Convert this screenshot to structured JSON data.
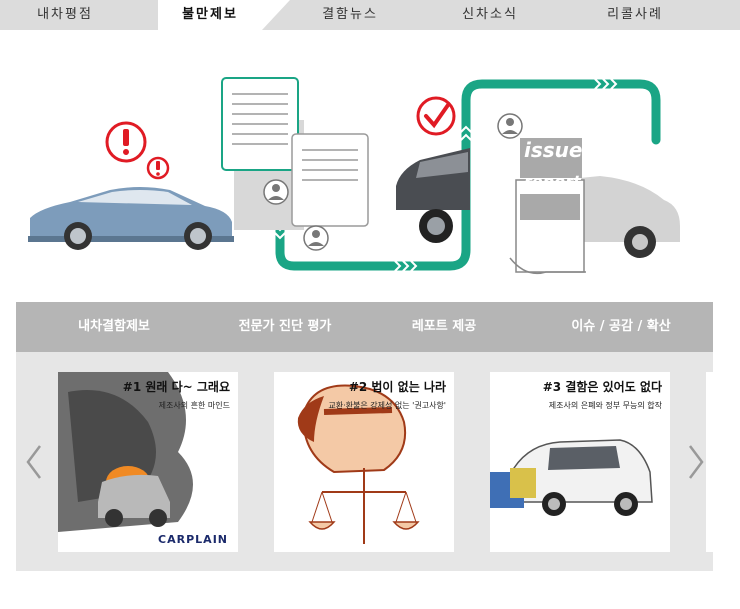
{
  "tabs": [
    {
      "label": "내차평점"
    },
    {
      "label": "불만제보",
      "active": true
    },
    {
      "label": "결함뉴스"
    },
    {
      "label": "신차소식"
    },
    {
      "label": "리콜사례"
    }
  ],
  "hero": {
    "issue_label": "issue",
    "report_label": "report",
    "colors": {
      "accent_green": "#1aa585",
      "alert_red": "#e01b24",
      "car_blue": "#7d9cbb"
    }
  },
  "steps": [
    {
      "label": "내차결함제보"
    },
    {
      "label": "전문가 진단 평가"
    },
    {
      "label": "레포트 제공"
    },
    {
      "label": "이슈 / 공감 / 확산"
    }
  ],
  "cards": [
    {
      "title": "#1 원래 다~ 그래요",
      "subtitle": "제조사의 흔한 마인드",
      "brand": "CARPLAIN"
    },
    {
      "title": "#2 법이 없는 나라",
      "subtitle": "교환·환불은 강제성 없는 '권고사항'"
    },
    {
      "title": "#3 결함은 있어도 없다",
      "subtitle": "제조사의 은폐와 정부 무능의 합작"
    }
  ]
}
